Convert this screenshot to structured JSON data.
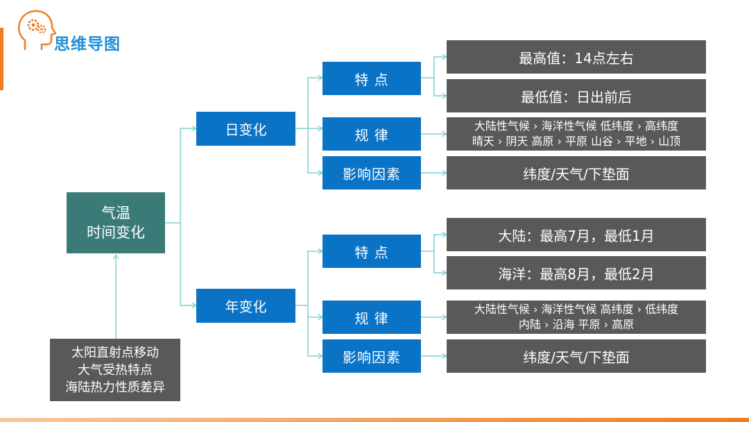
{
  "header": {
    "title": "思维导图",
    "logo_icon": "head-gears-icon"
  },
  "colors": {
    "accent": "#f07d1f",
    "title": "#1f8fd8",
    "root": "#3b7b77",
    "branch": "#0a73c6",
    "leaf": "#595959",
    "connector": "#7fcfd0"
  },
  "root": {
    "line1": "气温",
    "line2": "时间变化"
  },
  "causes": {
    "line1": "太阳直射点移动",
    "line2": "大气受热特点",
    "line3": "海陆热力性质差异"
  },
  "daily": {
    "label": "日变化",
    "features": {
      "label": "特 点",
      "items": [
        "最高值：14点左右",
        "最低值：日出前后"
      ]
    },
    "pattern": {
      "label": "规 律",
      "line1": "大陆性气候 › 海洋性气候  低纬度 › 高纬度",
      "line2": "晴天 › 阴天  高原 › 平原  山谷 › 平地 › 山顶"
    },
    "factors": {
      "label": "影响因素",
      "value": "纬度/天气/下垫面"
    }
  },
  "annual": {
    "label": "年变化",
    "features": {
      "label": "特 点",
      "items": [
        "大陆：最高7月，最低1月",
        "海洋：最高8月，最低2月"
      ]
    },
    "pattern": {
      "label": "规 律",
      "line1": "大陆性气候 › 海洋性气候  高纬度 › 低纬度",
      "line2": "内陆 › 沿海  平原 › 高原"
    },
    "factors": {
      "label": "影响因素",
      "value": "纬度/天气/下垫面"
    }
  }
}
